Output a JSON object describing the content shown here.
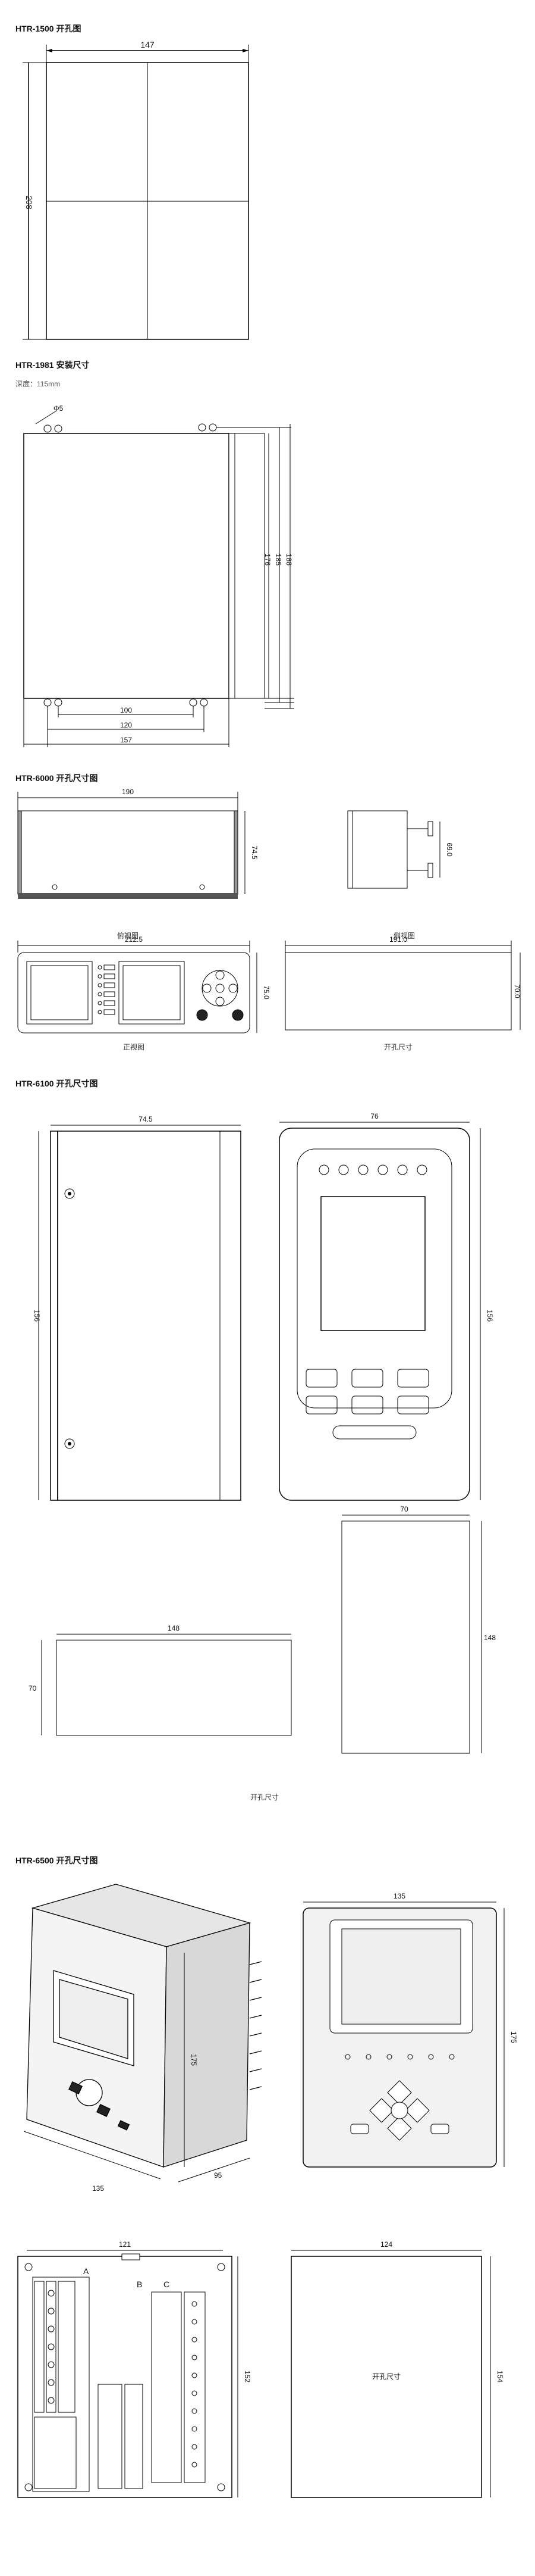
{
  "s1": {
    "title": "HTR-1500 开孔图",
    "w": "147",
    "h": "208"
  },
  "s2": {
    "title": "HTR-1981 安装尺寸",
    "depth": "深度：115mm",
    "hole": "Φ5",
    "h1": "176",
    "h2": "185",
    "h3": "188",
    "w1": "100",
    "w2": "120",
    "w3": "157"
  },
  "s3": {
    "title": "HTR-6000 开孔尺寸图",
    "top_w": "190",
    "top_h": "74.5",
    "top_caption": "俯视图",
    "side_h": "69.0",
    "side_caption": "侧视图",
    "front_w": "212.5",
    "front_h": "75.0",
    "front_caption": "正视图",
    "hole_w": "191.0",
    "hole_h": "70.0",
    "hole_caption": "开孔尺寸"
  },
  "s4": {
    "title": "HTR-6100 开孔尺寸图",
    "side_w": "74.5",
    "side_h": "156",
    "front_w": "76",
    "front_h": "156",
    "hole1_w": "148",
    "hole1_h": "70",
    "hole2_w": "70",
    "hole2_h": "148",
    "hole_caption": "开孔尺寸"
  },
  "s5": {
    "title": "HTR-6500 开孔尺寸图",
    "iso_h": "175",
    "iso_d": "95",
    "iso_w": "135",
    "front_w": "135",
    "front_h": "175",
    "back_w": "121",
    "back_h": "152",
    "term_a": "A",
    "term_b": "B",
    "term_c": "C",
    "hole_w": "124",
    "hole_h": "154",
    "hole_caption": "开孔尺寸"
  }
}
